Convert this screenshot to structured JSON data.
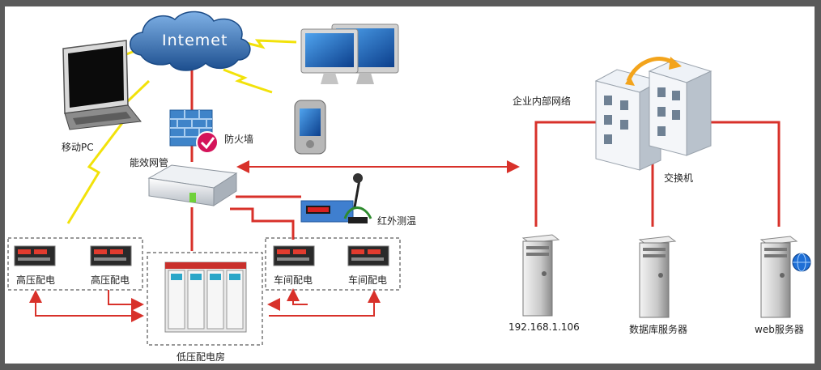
{
  "internet": {
    "label": "Intemet"
  },
  "nodes": {
    "mobile_pc": "移动PC",
    "firewall": "防火墙",
    "gateway": "能效网管",
    "infrared": "红外测温",
    "enterprise_network": "企业内部网络",
    "switch": "交换机",
    "low_voltage_room": "低压配电房",
    "hv1": "高压配电",
    "hv2": "高压配电",
    "ws1": "车间配电",
    "ws2": "车间配电",
    "server1": "192.168.1.106",
    "server2": "数据库服务器",
    "server3": "web服务器"
  },
  "colors": {
    "link": "#d8312a",
    "wireless": "#f2e20a",
    "cloud": "#2f67a8",
    "dash": "#333333"
  }
}
